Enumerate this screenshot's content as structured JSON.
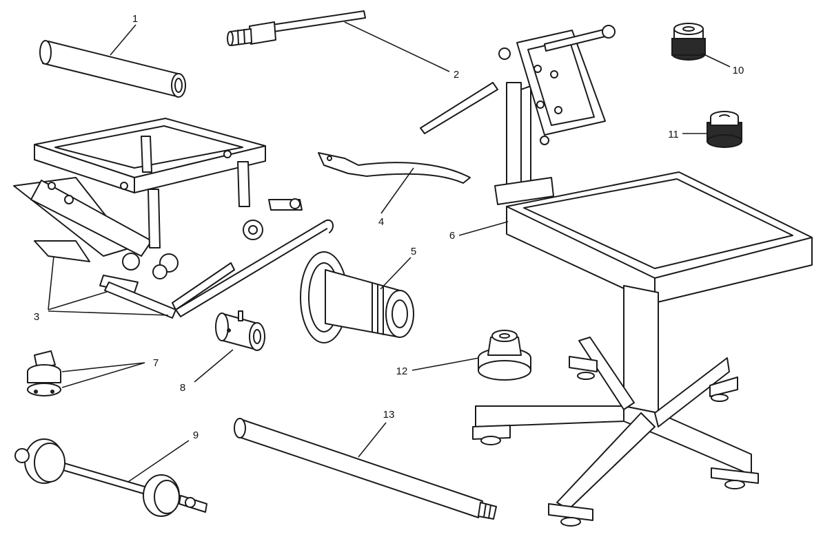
{
  "diagram": {
    "callouts": [
      {
        "id": "1",
        "label": "1"
      },
      {
        "id": "2",
        "label": "2"
      },
      {
        "id": "3",
        "label": "3"
      },
      {
        "id": "4",
        "label": "4"
      },
      {
        "id": "5",
        "label": "5"
      },
      {
        "id": "6",
        "label": "6"
      },
      {
        "id": "7",
        "label": "7"
      },
      {
        "id": "8",
        "label": "8"
      },
      {
        "id": "9",
        "label": "9"
      },
      {
        "id": "10",
        "label": "10"
      },
      {
        "id": "11",
        "label": "11"
      },
      {
        "id": "12",
        "label": "12"
      },
      {
        "id": "13",
        "label": "13"
      }
    ],
    "colors": {
      "line": "#1a1a1a",
      "background": "#ffffff"
    }
  }
}
